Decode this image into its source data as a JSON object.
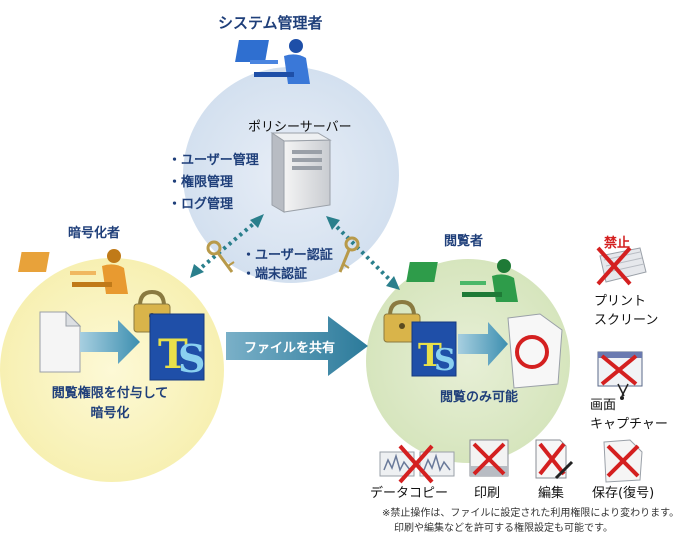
{
  "admin": {
    "title": "システム管理者"
  },
  "server": {
    "title": "ポリシーサーバー",
    "functions": [
      "・ユーザー管理",
      "・権限管理",
      "・ログ管理"
    ]
  },
  "auth": {
    "items": [
      "・ユーザー認証",
      "・端末認証"
    ]
  },
  "encryptor": {
    "title": "暗号化者",
    "caption_line1": "閲覧権限を付与して",
    "caption_line2": "暗号化"
  },
  "viewer": {
    "title": "閲覧者",
    "caption": "閲覧のみ可能"
  },
  "share": {
    "label": "ファイルを共有"
  },
  "prohibited": {
    "title": "禁止",
    "print_screen": [
      "プリント",
      "スクリーン"
    ],
    "capture": [
      "画面",
      "キャプチャー"
    ],
    "data_copy": "データコピー",
    "print": "印刷",
    "edit": "編集",
    "save": "保存(復号)"
  },
  "note": {
    "line1": "※禁止操作は、ファイルに設定された利用権限により変わります。",
    "line2": "印刷や編集などを許可する権限設定も可能です。"
  },
  "colors": {
    "navy": "#1f3f7a",
    "teal": "#1a8a8a",
    "red": "#d42020",
    "blue_circle": "#dce6f2",
    "yellow_circle": "#fbf6c8",
    "green_circle": "#e0ebcd"
  }
}
